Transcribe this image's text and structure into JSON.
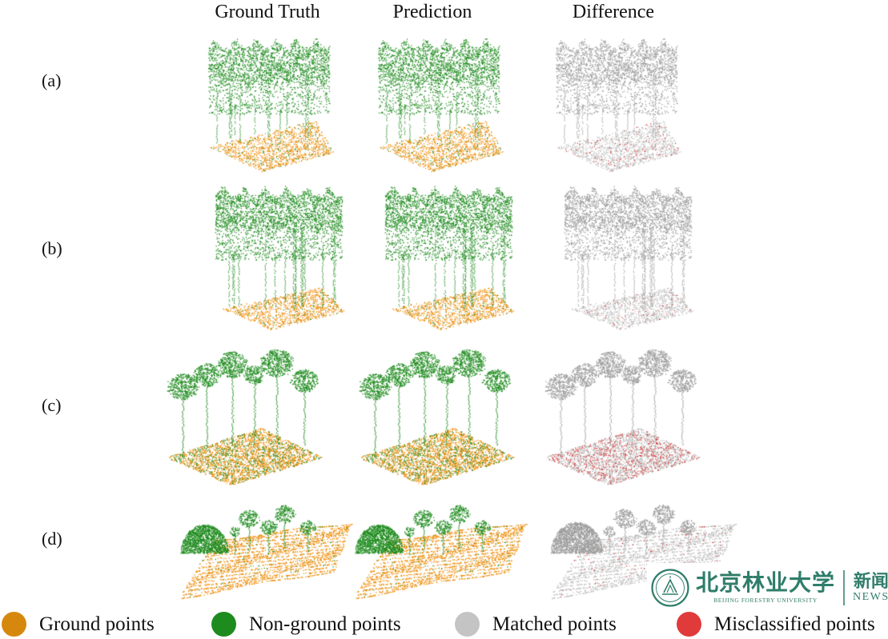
{
  "headers": {
    "ground_truth": "Ground Truth",
    "prediction": "Prediction",
    "difference": "Difference"
  },
  "rows": [
    {
      "label": "(a)",
      "scene": "dense-tall-plantation"
    },
    {
      "label": "(b)",
      "scene": "dense-tall-forest"
    },
    {
      "label": "(c)",
      "scene": "sparse-individual-trees"
    },
    {
      "label": "(d)",
      "scene": "open-terrain-with-trees"
    }
  ],
  "legend": [
    {
      "label": "Ground points",
      "color": "#D6880E"
    },
    {
      "label": "Non-ground points",
      "color": "#1E8B1E"
    },
    {
      "label": "Matched points",
      "color": "#C4C4C4"
    },
    {
      "label": "Misclassified points",
      "color": "#E03A3A"
    }
  ],
  "palettes": {
    "truth": {
      "ground": "#EE8A00",
      "canopy": "#1E8B1E"
    },
    "diff": {
      "ground": "#BDBDBD",
      "canopy": "#9C9C9C",
      "error": "#D32F2F"
    }
  },
  "logo": {
    "university_zh": "北京林业大学",
    "university_en": "BEIJING FORESTRY UNIVERSITY",
    "news_zh": "新闻",
    "news_en": "NEWS",
    "color": "#2F7D6A"
  }
}
